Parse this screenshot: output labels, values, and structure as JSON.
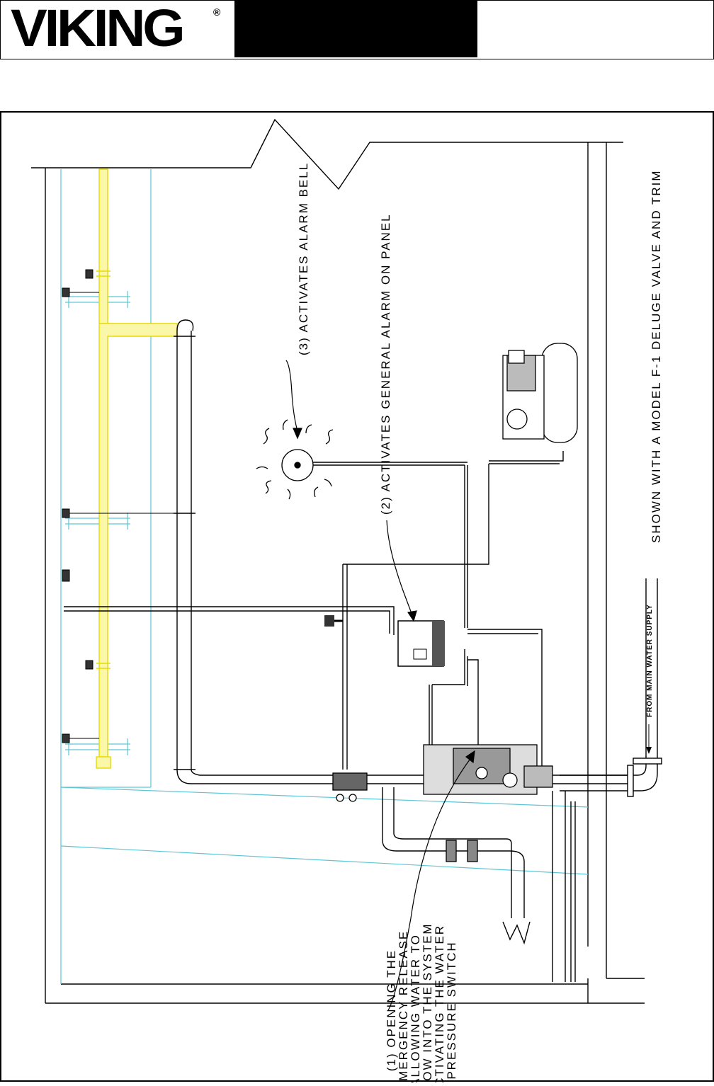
{
  "header": {
    "brand": "VIKING",
    "registered_mark": "®"
  },
  "colors": {
    "system_pipe": "#f2ee3a",
    "branch_lines": "#5bc6d6",
    "line": "#000000"
  },
  "labels": {
    "step1": [
      "(1) OPENING THE",
      "EMERGENCY RELEASE",
      "ALLOWING WATER TO",
      "FLOW INTO THE SYSTEM",
      "ACTIVATING THE WATER",
      "PRESSURE SWITCH"
    ],
    "step2": "(2) ACTIVATES GENERAL ALARM ON PANEL",
    "step3": "(3) ACTIVATES ALARM BELL",
    "caption": "SHOWN WITH A MODEL F-1 DELUGE VALVE AND TRIM",
    "supply": "FROM MAIN WATER SUPPLY"
  }
}
